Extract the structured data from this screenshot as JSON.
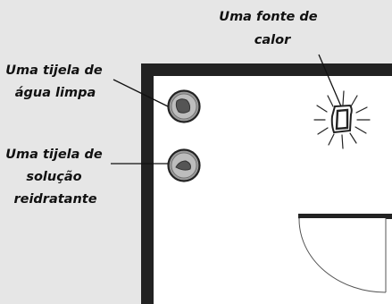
{
  "labels": {
    "heat_source": [
      "Uma fonte de",
      "calor"
    ],
    "clean_water": [
      "Uma tijela de",
      "água limpa"
    ],
    "rehydration": [
      "Uma tijela de",
      "solução",
      "reidratante"
    ]
  },
  "icons": {
    "heat_source": "heat-lamp-icon",
    "clean_water": "water-bowl-icon",
    "rehydration": "rehydration-bowl-icon"
  },
  "colors": {
    "background": "#e6e6e6",
    "wall": "#222222",
    "floor": "#ffffff",
    "bowl": "#8f8f8f"
  }
}
